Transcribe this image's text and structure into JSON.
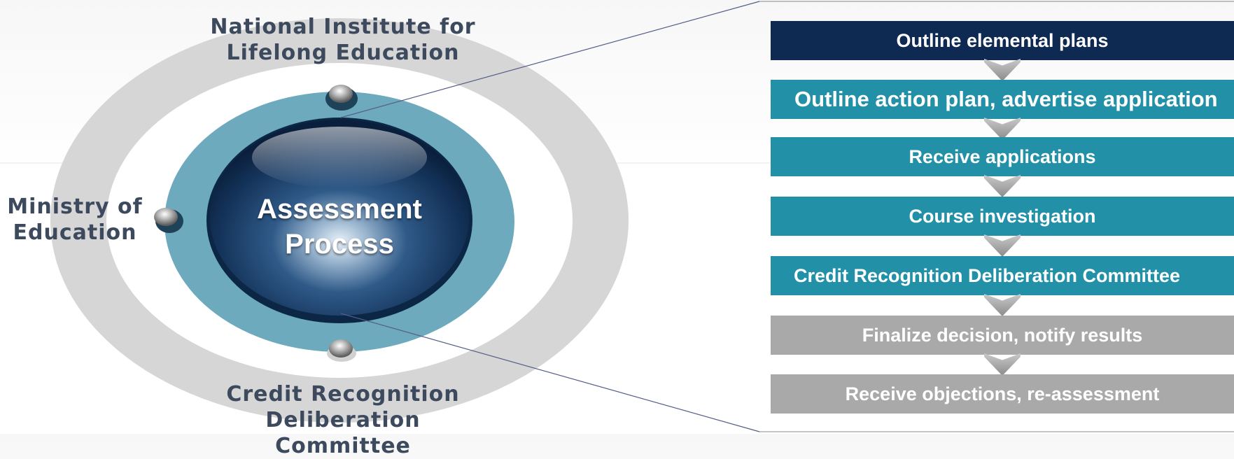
{
  "center": {
    "line1": "Assessment",
    "line2": "Process"
  },
  "nodes": {
    "top": {
      "line1": "National Institute for",
      "line2": "Lifelong Education"
    },
    "left": {
      "line1": "Ministry of",
      "line2": "Education"
    },
    "bottom": {
      "line1": "Credit Recognition",
      "line2": "Deliberation Committee"
    }
  },
  "steps": [
    {
      "label": "Outline elemental plans",
      "color": "#0e2a52"
    },
    {
      "label": "Outline action plan, advertise application",
      "color": "#2291a8"
    },
    {
      "label": "Receive applications",
      "color": "#2291a8"
    },
    {
      "label": "Course investigation",
      "color": "#2291a8"
    },
    {
      "label": "Credit Recognition Deliberation Committee",
      "color": "#2291a8"
    },
    {
      "label": "Finalize decision, notify results",
      "color": "#a9a9a9"
    },
    {
      "label": "Receive objections, re-assessment",
      "color": "#a9a9a9"
    }
  ],
  "colors": {
    "outer_ring": "#d6d6d6",
    "middle_disc": "#6eaabd",
    "globe": "#1d3f6b",
    "label_text": "#3d4a5e"
  }
}
